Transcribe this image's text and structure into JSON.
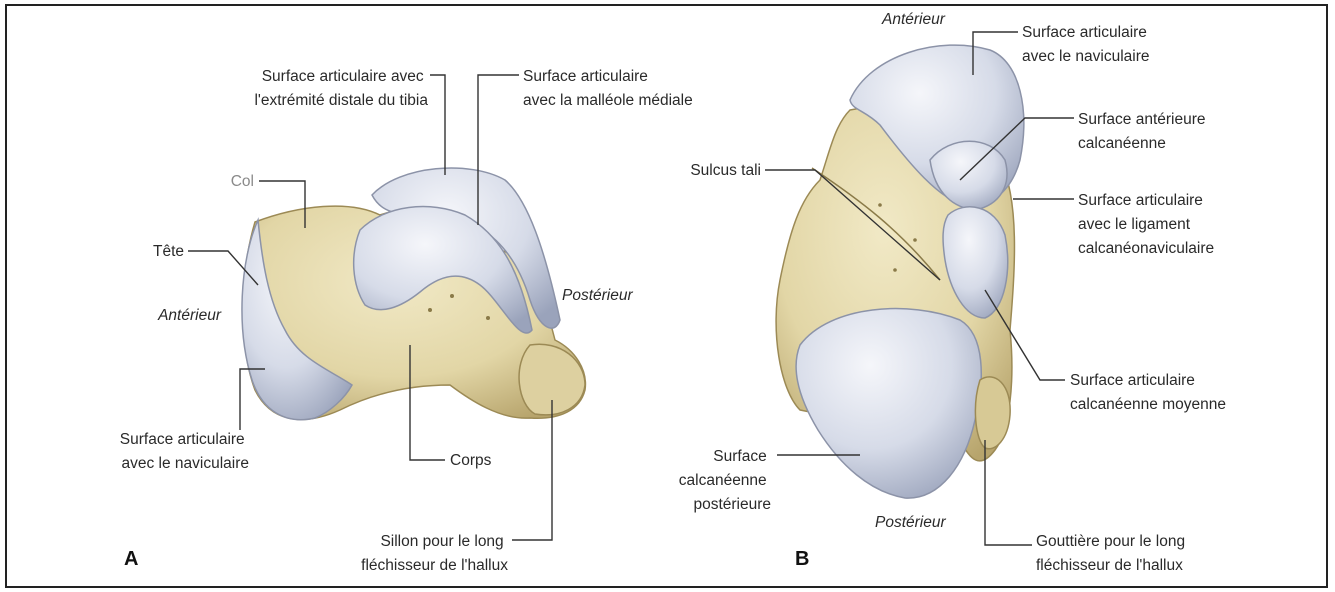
{
  "colors": {
    "bone": "#e4d9ad",
    "bone_dark": "#b9a66e",
    "cartilage": "#d9dde9",
    "cartilage_dark": "#9ea6bd",
    "border": "#222222"
  },
  "panel_a": {
    "letter": "A",
    "labels": {
      "tibia_surface": [
        "Surface articulaire avec",
        "l'extrémité distale du tibia"
      ],
      "medial_malleolus": [
        "Surface articulaire",
        "avec la malléole médiale"
      ],
      "col": "Col",
      "tete": "Tête",
      "anterieur": "Antérieur",
      "posterieur": "Postérieur",
      "navicular": [
        "Surface articulaire",
        "avec le naviculaire"
      ],
      "corps": "Corps",
      "sillon": [
        "Sillon pour le long",
        "fléchisseur de l'hallux"
      ]
    }
  },
  "panel_b": {
    "letter": "B",
    "labels": {
      "anterieur": "Antérieur",
      "navicular": [
        "Surface articulaire",
        "avec le naviculaire"
      ],
      "ant_calc": [
        "Surface antérieure",
        "calcanéenne"
      ],
      "sulcus": "Sulcus tali",
      "ligament": [
        "Surface articulaire",
        "avec le ligament",
        "calcanéonaviculaire"
      ],
      "moyenne": [
        "Surface articulaire",
        "calcanéenne moyenne"
      ],
      "post_calc": [
        "Surface",
        "calcanéenne",
        "postérieure"
      ],
      "posterieur": "Postérieur",
      "gouttiere": [
        "Gouttière pour le long",
        "fléchisseur de l'hallux"
      ]
    }
  }
}
